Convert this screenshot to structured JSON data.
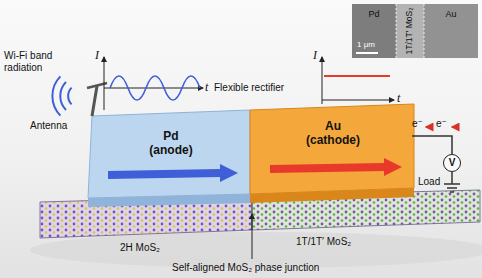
{
  "diagram": {
    "nodes": [
      {
        "text": [
          "Pd (anode)"
        ]
      },
      {
        "text": [
          "Au (cathode)"
        ]
      },
      {
        "text": [
          "V"
        ]
      },
      {
        "text": [
          "Pd"
        ]
      },
      {
        "text": [
          "1T/1T′ MoS₂"
        ]
      },
      {
        "text": [
          "Au"
        ]
      }
    ],
    "edges": [
      {
        "from": 1,
        "to": 2,
        "arrow": "none"
      }
    ],
    "labels": [
      "Wi-Fi band radiation",
      "Antenna",
      "I",
      "t",
      "Flexible rectifier",
      "I",
      "t",
      "e⁻",
      "e⁻",
      "Load",
      "2H MoS₂",
      "1T/1T′ MoS₂",
      "Self-aligned MoS₂ phase junction",
      "1 μm"
    ]
  }
}
